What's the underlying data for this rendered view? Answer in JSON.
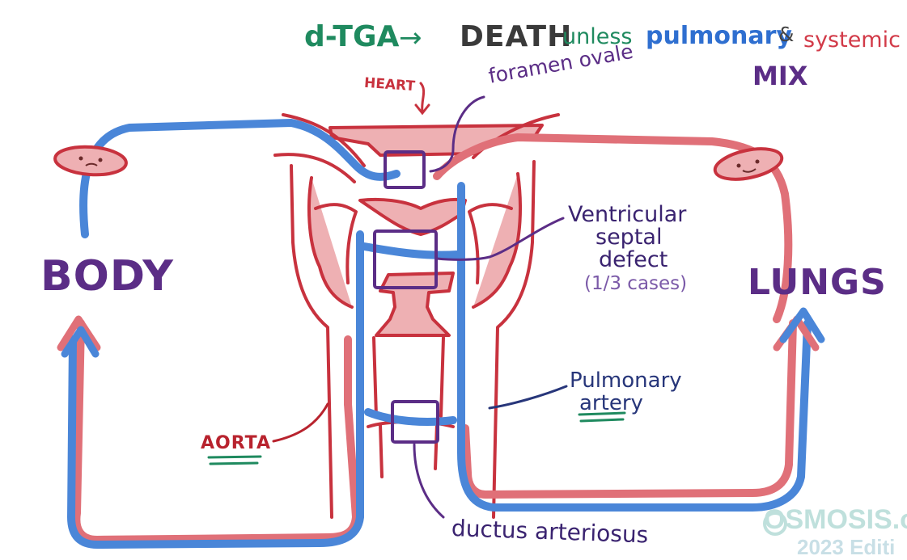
{
  "title": {
    "left": "d-TGA",
    "arrow": "→",
    "death": "DEATH",
    "unless": "unless",
    "pulmonary": "pulmonary",
    "amp": "&",
    "systemic": "systemic",
    "mix": "MIX"
  },
  "labels": {
    "heart": "HEART",
    "foramen_ovale": "foramen ovale",
    "vsd_line1": "Ventricular",
    "vsd_line2": "septal",
    "vsd_line3": "defect",
    "vsd_cases": "(1/3 cases)",
    "pa_line1": "Pulmonary",
    "pa_line2": "artery",
    "aorta": "AORTA",
    "ductus": "ductus arteriosus",
    "body": "BODY",
    "lungs": "LUNGS"
  },
  "watermark": {
    "line1": "OSMOSIS.o",
    "line2": "2023 Editi"
  },
  "colors": {
    "oxygenated": "#e07078",
    "deoxygenated": "#4a86d8",
    "heart_outline": "#c8323e",
    "heart_fill": "#eeb0b3",
    "annotation": "#5b2d86",
    "accent_green": "#1f8a5f"
  }
}
